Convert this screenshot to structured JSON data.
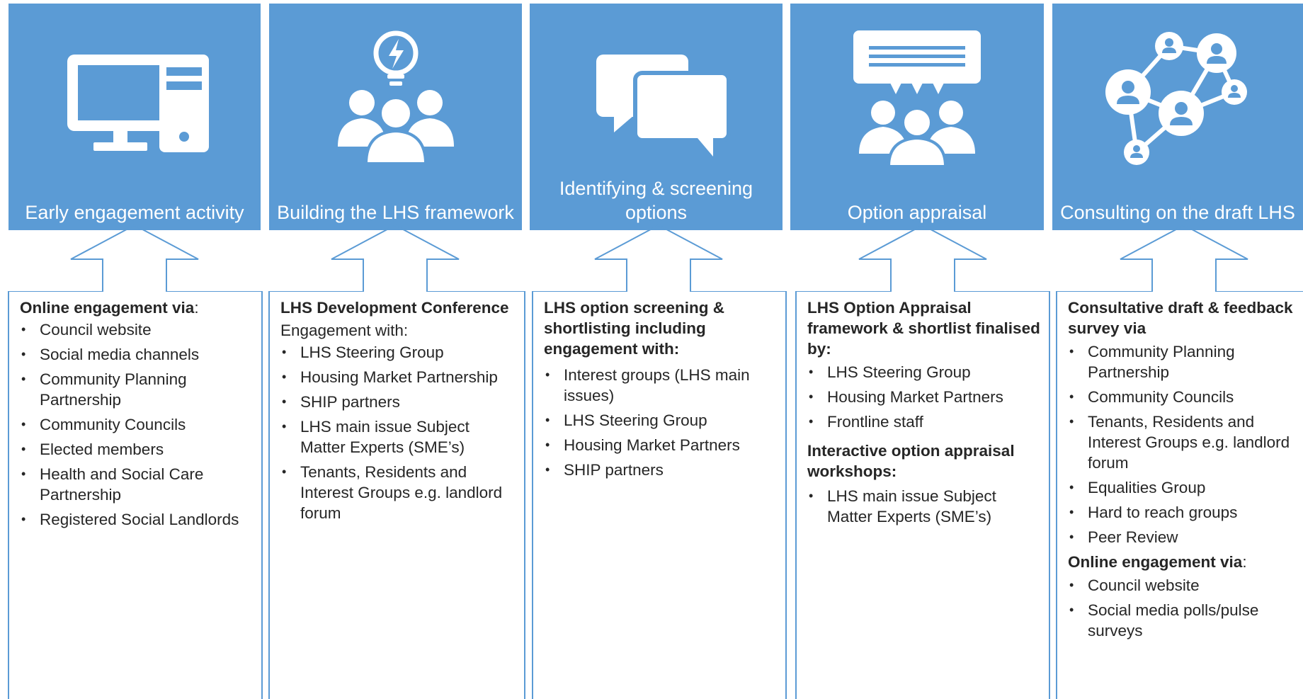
{
  "colors": {
    "header_bg": "#5b9bd5",
    "border": "#5b9bd5",
    "text": "#262626"
  },
  "stages": [
    {
      "title": "Early engagement activity",
      "icon": "computer-icon",
      "sections": [
        {
          "heading_bold": "Online engagement via",
          "heading_suffix": ":",
          "items": [
            "Council website",
            "Social media channels",
            "Community Planning Partnership",
            "Community Councils",
            "Elected members",
            "Health and Social Care Partnership",
            "Registered Social Landlords"
          ]
        }
      ]
    },
    {
      "title": "Building the LHS framework",
      "icon": "lightbulb-team-icon",
      "sections": [
        {
          "heading_bold": "LHS Development Conference",
          "subheading": "Engagement with:",
          "items": [
            "LHS Steering Group",
            "Housing Market Partnership",
            "SHIP partners",
            "LHS main issue Subject Matter Experts (SME’s)",
            "Tenants, Residents and Interest Groups e.g. landlord forum"
          ]
        }
      ]
    },
    {
      "title": "Identifying & screening options",
      "icon": "chat-bubbles-icon",
      "sections": [
        {
          "heading_bold": "LHS option screening & shortlisting including engagement with:",
          "items": [
            "Interest groups (LHS main issues)",
            "LHS Steering Group",
            "Housing Market Partners",
            "SHIP partners"
          ]
        }
      ]
    },
    {
      "title": "Option appraisal",
      "icon": "group-discussion-icon",
      "sections": [
        {
          "heading_bold": "LHS Option Appraisal framework & shortlist finalised by:",
          "items": [
            "LHS Steering Group",
            "Housing Market Partners",
            "Frontline staff"
          ]
        },
        {
          "heading_bold": "Interactive option appraisal workshops:",
          "items": [
            "LHS main issue Subject Matter Experts (SME’s)"
          ]
        }
      ]
    },
    {
      "title": "Consulting on the draft LHS",
      "icon": "network-people-icon",
      "sections": [
        {
          "heading_bold": "Consultative draft & feedback survey via",
          "items": [
            "Community Planning Partnership",
            "Community Councils",
            "Tenants, Residents and Interest Groups e.g. landlord forum",
            "Equalities Group",
            "Hard to reach groups",
            "Peer Review"
          ]
        },
        {
          "heading_bold": "Online engagement via",
          "heading_suffix": ":",
          "items": [
            "Council website",
            "Social media polls/pulse surveys"
          ]
        }
      ]
    }
  ]
}
